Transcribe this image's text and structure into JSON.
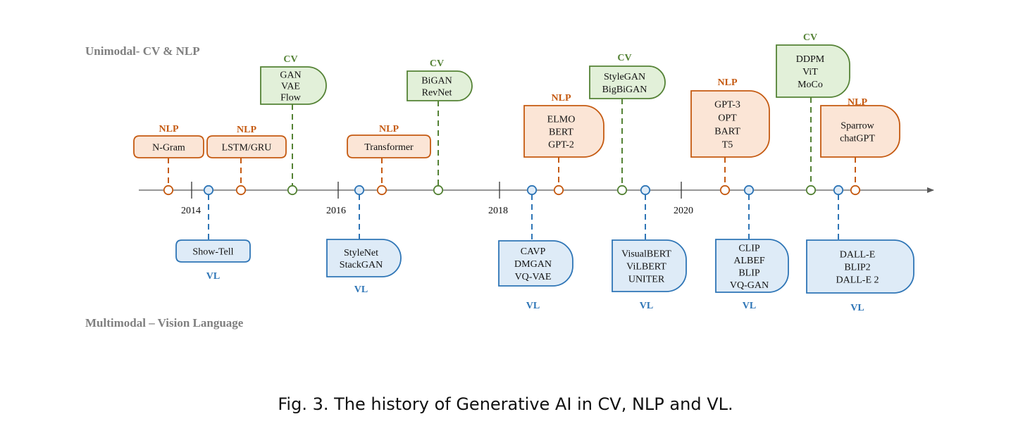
{
  "sections": {
    "unimodal": "Unimodal- CV & NLP",
    "multimodal": "Multimodal – Vision Language"
  },
  "caption": "Fig. 3.  The history of Generative AI in CV, NLP and VL.",
  "colors": {
    "NLP": {
      "stroke": "#c55a11",
      "fill": "#fbe5d6",
      "label": "#c55a11"
    },
    "CV": {
      "stroke": "#548235",
      "fill": "#e2f0d9",
      "label": "#548235"
    },
    "VL": {
      "stroke": "#2e75b6",
      "fill": "#deebf7",
      "label": "#2e75b6"
    },
    "axis": "#595959"
  },
  "years": [
    "2014",
    "2016",
    "2018",
    "2020"
  ],
  "milestones": [
    {
      "id": "ngram",
      "category": "NLP",
      "items": [
        "N-Gram"
      ]
    },
    {
      "id": "showtell",
      "category": "VL",
      "items": [
        "Show-Tell"
      ]
    },
    {
      "id": "lstm",
      "category": "NLP",
      "items": [
        "LSTM/GRU"
      ]
    },
    {
      "id": "gan",
      "category": "CV",
      "items": [
        "GAN",
        "VAE",
        "Flow"
      ]
    },
    {
      "id": "stylenet",
      "category": "VL",
      "items": [
        "StyleNet",
        "StackGAN"
      ]
    },
    {
      "id": "transformer",
      "category": "NLP",
      "items": [
        "Transformer"
      ]
    },
    {
      "id": "bigan",
      "category": "CV",
      "items": [
        "BiGAN",
        "RevNet"
      ]
    },
    {
      "id": "cavp",
      "category": "VL",
      "items": [
        "CAVP",
        "DMGAN",
        "VQ-VAE"
      ]
    },
    {
      "id": "elmo",
      "category": "NLP",
      "items": [
        "ELMO",
        "BERT",
        "GPT-2"
      ]
    },
    {
      "id": "stylegan",
      "category": "CV",
      "items": [
        "StyleGAN",
        "BigBiGAN"
      ]
    },
    {
      "id": "visualbert",
      "category": "VL",
      "items": [
        "VisualBERT",
        "ViLBERT",
        "UNITER"
      ]
    },
    {
      "id": "gpt3",
      "category": "NLP",
      "items": [
        "GPT-3",
        "OPT",
        "BART",
        "T5"
      ]
    },
    {
      "id": "clip",
      "category": "VL",
      "items": [
        "CLIP",
        "ALBEF",
        "BLIP",
        "VQ-GAN"
      ]
    },
    {
      "id": "ddpm",
      "category": "CV",
      "items": [
        "DDPM",
        "ViT",
        "MoCo"
      ]
    },
    {
      "id": "dalle",
      "category": "VL",
      "items": [
        "DALL-E",
        "BLIP2",
        "DALL-E 2"
      ]
    },
    {
      "id": "sparrow",
      "category": "NLP",
      "items": [
        "Sparrow",
        "chatGPT"
      ]
    }
  ]
}
